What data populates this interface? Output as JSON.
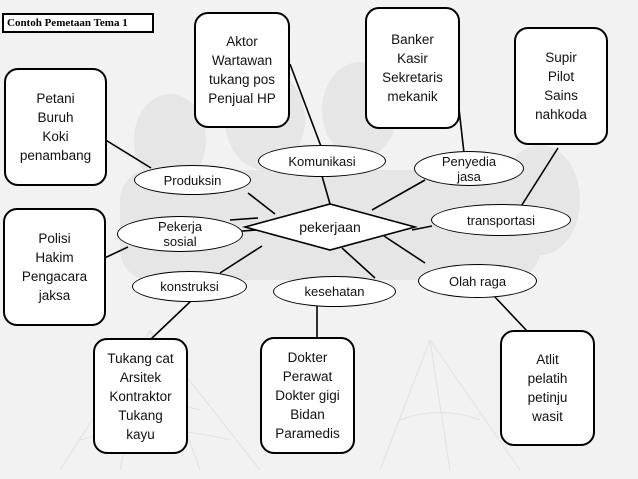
{
  "title": "Contoh Pemetaan Tema 1",
  "center": "pekerjaan",
  "categories": {
    "produksin": "Produksin",
    "komunikasi": "Komunikasi",
    "penyedia_jasa": [
      "Penyedia",
      "jasa"
    ],
    "transportasi": "transportasi",
    "pekerja_sosial": [
      "Pekerja",
      "sosial"
    ],
    "konstruksi": "konstruksi",
    "kesehatan": "kesehatan",
    "olah_raga": "Olah raga"
  },
  "boxes": {
    "produksi": [
      "Petani",
      "Buruh",
      "Koki",
      "penambang"
    ],
    "komunikasi": [
      "Aktor",
      "Wartawan",
      "tukang pos",
      "Penjual HP"
    ],
    "penyedia_jasa": [
      "Banker",
      "Kasir",
      "Sekretaris",
      "mekanik"
    ],
    "transportasi": [
      "Supir",
      "Pilot",
      "Sains",
      "nahkoda"
    ],
    "pekerja_sosial": [
      "Polisi",
      "Hakim",
      "Pengacara",
      "jaksa"
    ],
    "konstruksi": [
      "Tukang cat",
      "Arsitek",
      "Kontraktor",
      "Tukang",
      "kayu"
    ],
    "kesehatan": [
      "Dokter",
      "Perawat",
      "Dokter gigi",
      "Bidan",
      "Paramedis"
    ],
    "olah_raga": [
      "Atlit",
      "pelatih",
      "petinju",
      "wasit"
    ]
  }
}
